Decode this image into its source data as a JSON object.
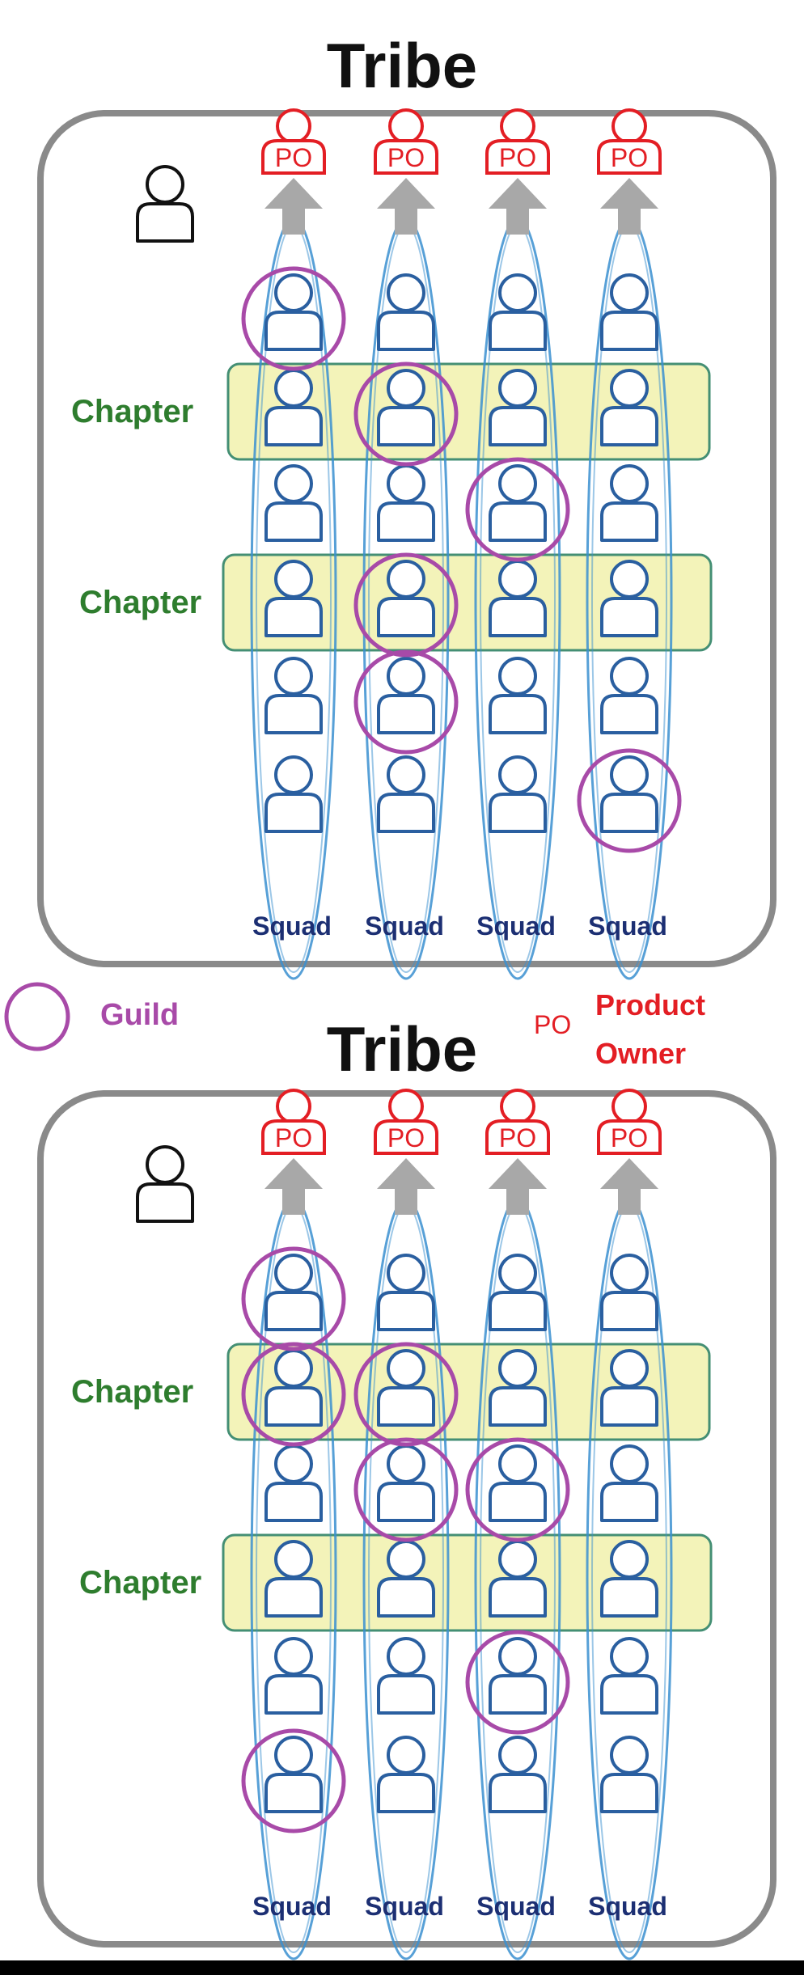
{
  "diagrams": [
    {
      "title": "Tribe",
      "chapters": [
        {
          "label": "Chapter"
        },
        {
          "label": "Chapter"
        }
      ],
      "squads": [
        {
          "label": "Squad",
          "po": "PO"
        },
        {
          "label": "Squad",
          "po": "PO"
        },
        {
          "label": "Squad",
          "po": "PO"
        },
        {
          "label": "Squad",
          "po": "PO"
        }
      ],
      "guild_members": [
        [
          0,
          0
        ],
        [
          1,
          1
        ],
        [
          2,
          2
        ],
        [
          1,
          3
        ],
        [
          1,
          4
        ],
        [
          3,
          5
        ]
      ]
    },
    {
      "title": "Tribe",
      "chapters": [
        {
          "label": "Chapter"
        },
        {
          "label": "Chapter"
        }
      ],
      "squads": [
        {
          "label": "Squad",
          "po": "PO"
        },
        {
          "label": "Squad",
          "po": "PO"
        },
        {
          "label": "Squad",
          "po": "PO"
        },
        {
          "label": "Squad",
          "po": "PO"
        }
      ],
      "guild_members": [
        [
          0,
          0
        ],
        [
          0,
          1
        ],
        [
          1,
          1
        ],
        [
          1,
          2
        ],
        [
          2,
          2
        ],
        [
          2,
          4
        ],
        [
          0,
          5
        ]
      ]
    }
  ],
  "legend": {
    "guild_label": "Guild",
    "po_symbol": "PO",
    "po_label_line1": "Product",
    "po_label_line2": "Owner"
  },
  "colors": {
    "po": "#e31e24",
    "squad_outline": "#3a8fd0",
    "person": "#2a5fa0",
    "guild": "#a84aa8",
    "chapter_fill": "#f3f3b6",
    "chapter_stroke": "#3b8a6d",
    "chapter_text": "#2e7d2e",
    "squad_text": "#1c2f73",
    "frame": "#8a8a8a",
    "arrow": "#a8a8a8"
  }
}
